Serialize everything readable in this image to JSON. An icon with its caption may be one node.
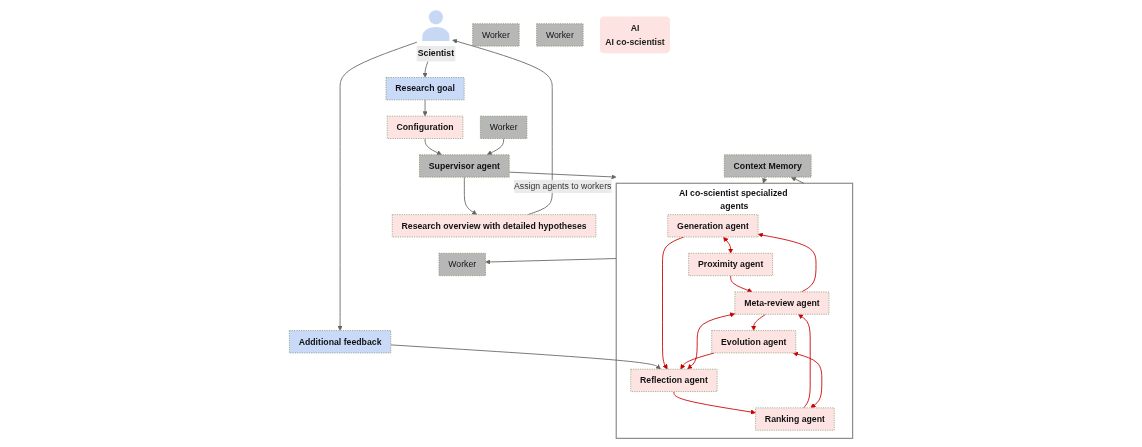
{
  "diagram": {
    "nodes": [
      {
        "text": [
          "Scientist"
        ]
      },
      {
        "text": [
          "Research goal"
        ]
      },
      {
        "text": [
          "Configuration"
        ]
      },
      {
        "text": [
          "Supervisor agent"
        ]
      },
      {
        "text": [
          "Research overview with detailed hypotheses"
        ]
      },
      {
        "text": [
          "Additional feedback"
        ]
      },
      {
        "text": [
          "AI co-scientist specialized agents"
        ]
      },
      {
        "text": [
          "Generation agent"
        ],
        "in": 6
      },
      {
        "text": [
          "Proximity agent"
        ],
        "in": 6
      },
      {
        "text": [
          "Reflection agent"
        ],
        "in": 6
      },
      {
        "text": [
          "Meta-review agent"
        ],
        "in": 6
      },
      {
        "text": [
          "Ranking agent"
        ],
        "in": 6
      },
      {
        "text": [
          "Evolution agent"
        ],
        "in": 6
      },
      {
        "text": [
          "Worker"
        ]
      },
      {
        "text": [
          "Worker"
        ]
      },
      {
        "text": [
          "Worker"
        ]
      },
      {
        "text": [
          "Worker"
        ]
      },
      {
        "text": [
          "Context Memory"
        ]
      },
      {
        "text": [
          "AI",
          "AI co-scientist"
        ]
      }
    ],
    "edges": [
      {
        "from": 0,
        "to": 1,
        "arrow": "to"
      },
      {
        "from": 0,
        "to": 5,
        "arrow": "to"
      },
      {
        "from": 1,
        "to": 2,
        "arrow": "to"
      },
      {
        "from": 2,
        "to": 3,
        "arrow": "to"
      },
      {
        "from": 3,
        "to": 4,
        "arrow": "to"
      },
      {
        "from": 3,
        "to": 6,
        "arrow": "to",
        "label": "Assign agents to workers"
      },
      {
        "from": 5,
        "to": 9,
        "arrow": "to"
      },
      {
        "from": 7,
        "to": 8,
        "arrow": "both",
        "color": "#cc0000"
      },
      {
        "from": 7,
        "to": 9,
        "arrow": "to",
        "color": "#cc0000"
      },
      {
        "from": 8,
        "to": 10,
        "arrow": "to",
        "color": "#cc0000"
      },
      {
        "from": 10,
        "to": 7,
        "arrow": "to",
        "color": "#cc0000"
      },
      {
        "from": 9,
        "to": 10,
        "arrow": "both",
        "color": "#cc0000"
      },
      {
        "from": 9,
        "to": 11,
        "arrow": "to",
        "color": "#cc0000"
      },
      {
        "from": 10,
        "to": 12,
        "arrow": "to",
        "color": "#cc0000"
      },
      {
        "from": 12,
        "to": 9,
        "arrow": "to",
        "color": "#cc0000"
      },
      {
        "from": 11,
        "to": 10,
        "arrow": "to",
        "color": "#cc0000"
      },
      {
        "from": 11,
        "to": 12,
        "arrow": "both",
        "color": "#cc0000"
      },
      {
        "from": 6,
        "to": 14,
        "arrow": "to"
      },
      {
        "from": 13,
        "to": 3,
        "arrow": "to"
      },
      {
        "from": 6,
        "to": 17,
        "arrow": "to"
      },
      {
        "from": 17,
        "to": 6,
        "arrow": "to"
      },
      {
        "from": 4,
        "to": 0,
        "arrow": "to"
      }
    ]
  }
}
